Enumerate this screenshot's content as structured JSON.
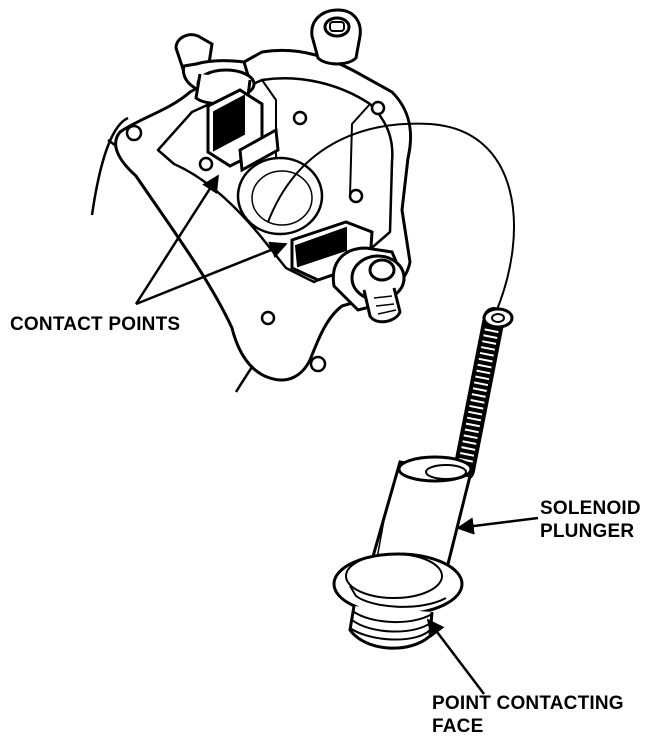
{
  "labels": {
    "contact_points": "CONTACT POINTS",
    "solenoid_line1": "SOLENOID",
    "solenoid_line2": "PLUNGER",
    "point_line1": "POINT CONTACTING",
    "point_line2": "FACE"
  },
  "colors": {
    "ink": "#000000",
    "paper": "#ffffff"
  }
}
